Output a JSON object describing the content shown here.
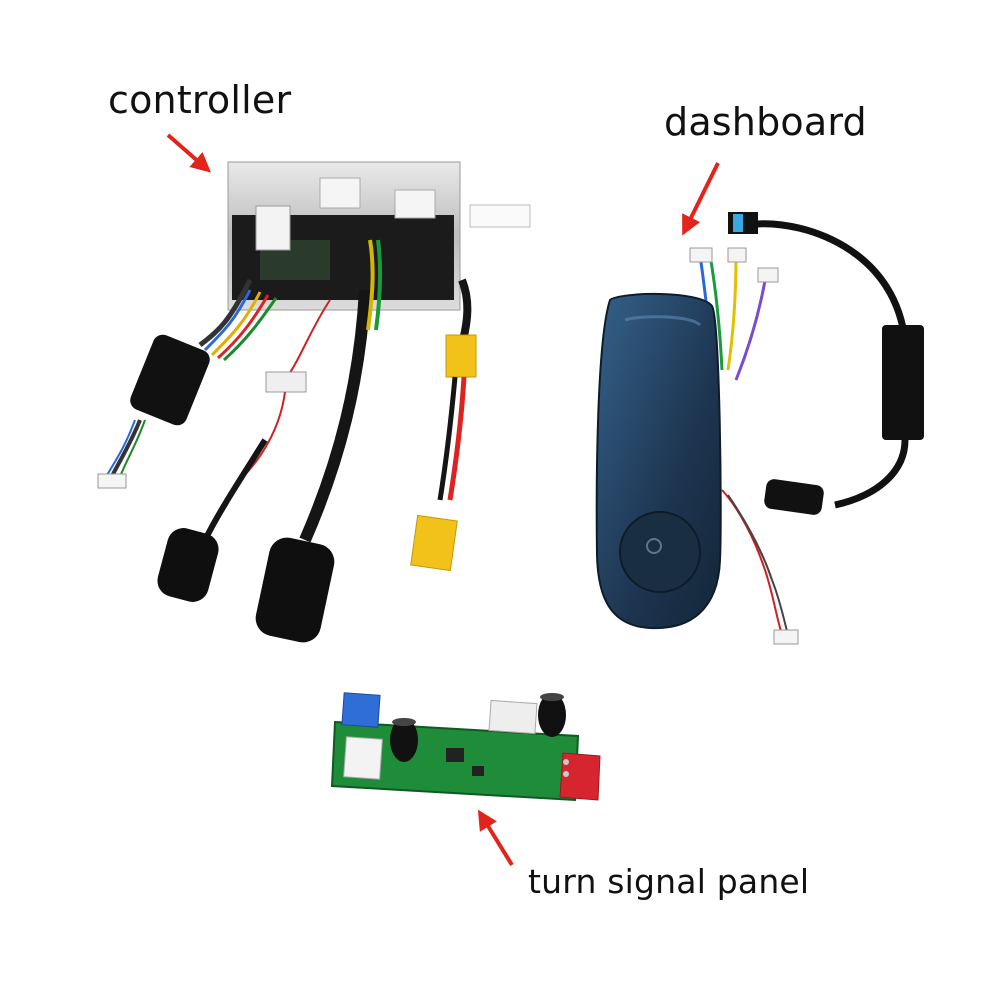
{
  "labels": {
    "controller": "controller",
    "dashboard": "dashboard",
    "turn_signal_panel": "turn signal panel"
  },
  "colors": {
    "arrow": "#e3241b",
    "dashboard_shell": "#1f3b57",
    "pcb": "#1f8c3a",
    "xt60": "#f2c21a",
    "controller_metal": "#c9c9c9"
  }
}
